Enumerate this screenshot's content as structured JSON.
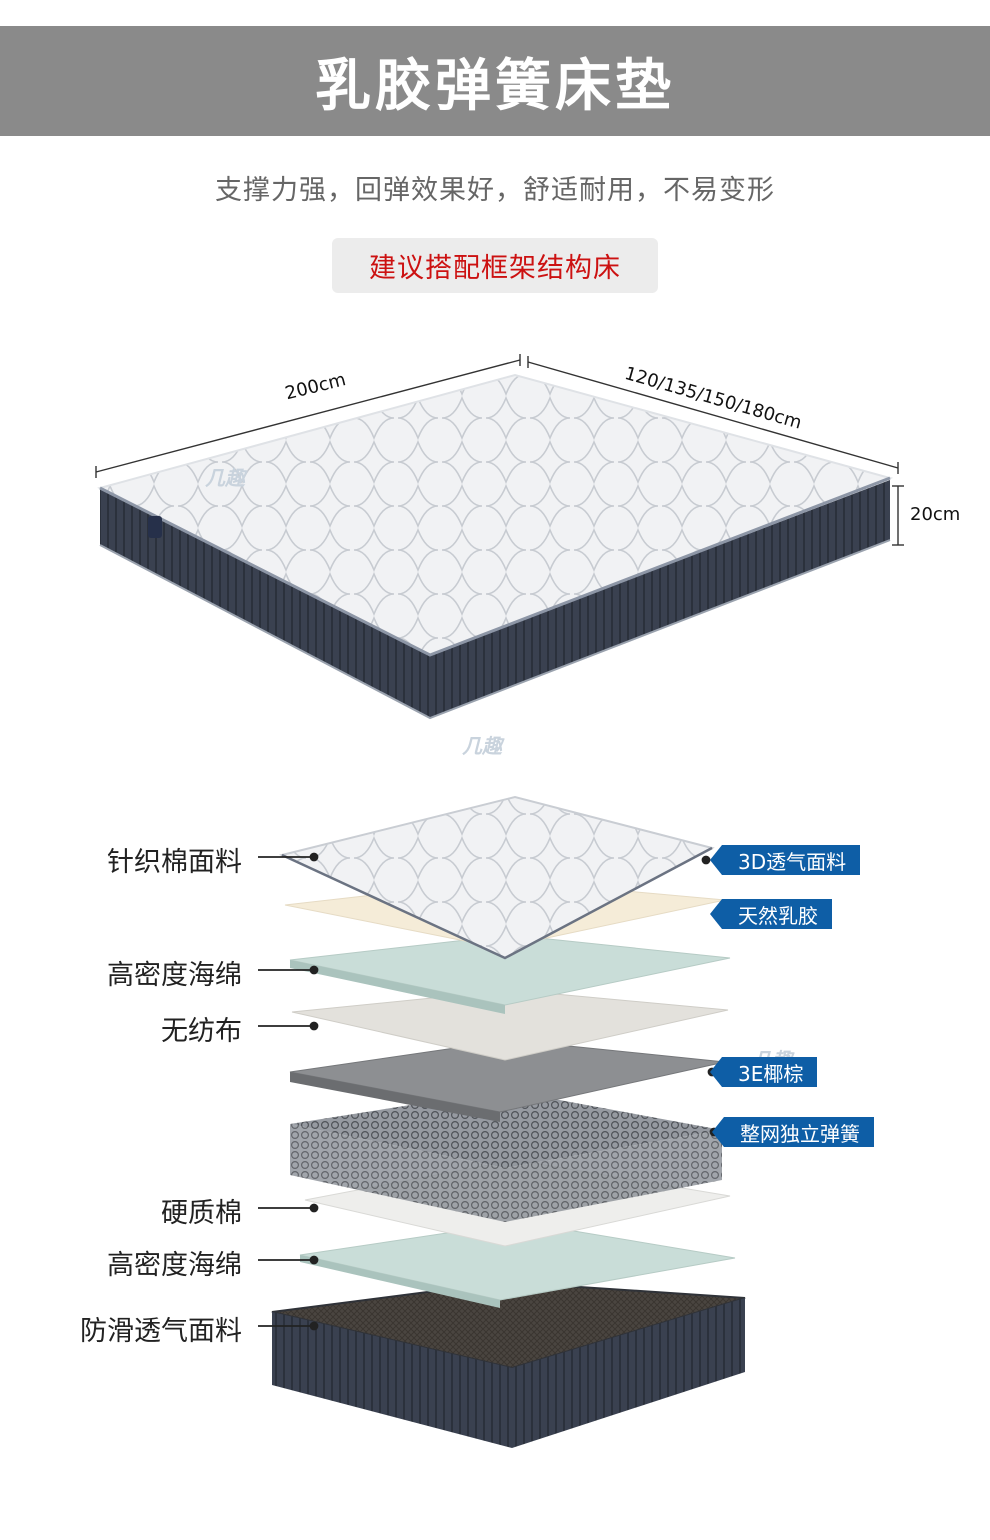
{
  "header": {
    "title": "乳胶弹簧床垫"
  },
  "subtitle": "支撑力强，回弹效果好，舒适耐用，不易变形",
  "recommendation": "建议搭配框架结构床",
  "dimensions": {
    "length": "200cm",
    "width": "120/135/150/180cm",
    "height": "20cm"
  },
  "watermark": "几趣",
  "layers_left": [
    {
      "label": "针织棉面料"
    },
    {
      "label": "高密度海绵"
    },
    {
      "label": "无纺布"
    },
    {
      "label": "硬质棉"
    },
    {
      "label": "高密度海绵"
    },
    {
      "label": "防滑透气面料"
    }
  ],
  "layers_right": [
    {
      "label": "3D透气面料"
    },
    {
      "label": "天然乳胶"
    },
    {
      "label": "3E椰棕"
    },
    {
      "label": "整网独立弹簧"
    }
  ],
  "colors": {
    "banner": "#8a8a8a",
    "accent_red": "#cc1111",
    "tag_blue": "#0e5ea6",
    "mattress_side": "#3a4150"
  }
}
